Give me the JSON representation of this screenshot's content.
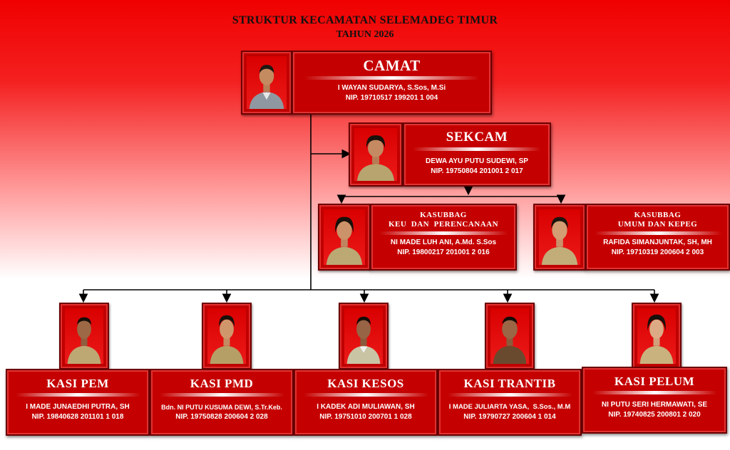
{
  "header": {
    "title": "STRUKTUR KECAMATAN SELEMADEG TIMUR",
    "year": "TAHUN 2026"
  },
  "colors": {
    "card": "#c50000",
    "border": "#6e0000",
    "connector": "#000000"
  },
  "camat": {
    "role": "CAMAT",
    "name": "I WAYAN SUDARYA, S.Sos, M.Si",
    "nip": "NIP. 19710517 199201 1 004"
  },
  "sekcam": {
    "role": "SEKCAM",
    "name": "DEWA AYU PUTU SUDEWI, SP",
    "nip": "NIP. 19750804 201001 2 017"
  },
  "kasubbag": [
    {
      "role_line1": "KASUBBAG",
      "role_line2": "KEU  DAN  PERENCANAAN",
      "name": "NI MADE LUH ANI, A.Md. S.Sos",
      "nip": "NIP. 19800217 201001 2 016"
    },
    {
      "role_line1": "KASUBBAG",
      "role_line2": "UMUM DAN KEPEG",
      "name": "RAFIDA SIMANJUNTAK, SH, MH",
      "nip": "NIP. 19710319 200604 2 003"
    }
  ],
  "kasi": [
    {
      "role": "KASI PEM",
      "name": "I MADE JUNAEDHI PUTRA, SH",
      "nip": "NIP. 19840628 201101 1 018"
    },
    {
      "role": "KASI PMD",
      "name": "Bdn. NI PUTU KUSUMA DEWI, S.Tr.Keb.",
      "nip": "NIP. 19750828 200604 2 028"
    },
    {
      "role": "KASI KESOS",
      "name": "I KADEK ADI MULIAWAN, SH",
      "nip": "NIP. 19751010 200701 1 028"
    },
    {
      "role": "KASI TRANTIB",
      "name": "I MADE JULIARTA YASA,  S.Sos., M.M",
      "nip": "NIP. 19790727 200604 1 014"
    },
    {
      "role": "KASI PELUM",
      "name": "NI PUTU SERI HERMAWATI, SE",
      "nip": "NIP. 19740825 200801 2 020"
    }
  ]
}
